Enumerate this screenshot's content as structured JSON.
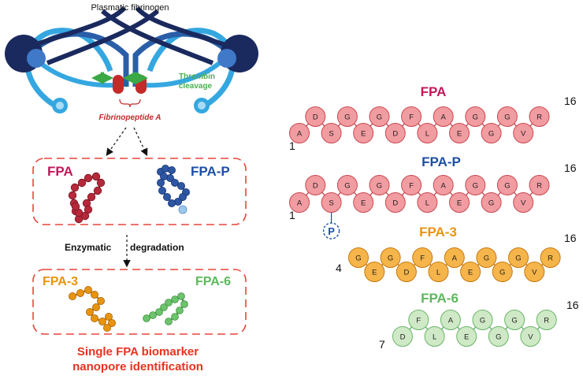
{
  "figure": {
    "top_label": "Plasmatic fibrinogen",
    "thrombin_label": [
      "Thrombin",
      "cleavage"
    ],
    "fibrinopeptide_label": "Fibrinopeptide A",
    "box1": {
      "left": "FPA",
      "right": "FPA-P"
    },
    "process_label": [
      "Enzymatic",
      "degradation"
    ],
    "box2": {
      "left": "FPA-3",
      "right": "FPA-6"
    },
    "footer": [
      "Single FPA biomarker",
      "nanopore identification"
    ]
  },
  "chains": [
    {
      "title": "FPA",
      "first_index": "1",
      "last_index": "16",
      "residues": [
        "A",
        "D",
        "S",
        "G",
        "E",
        "G",
        "D",
        "F",
        "L",
        "A",
        "E",
        "G",
        "G",
        "G",
        "V",
        "R"
      ],
      "phospho_label": ""
    },
    {
      "title": "FPA-P",
      "first_index": "1",
      "last_index": "16",
      "residues": [
        "A",
        "D",
        "S",
        "G",
        "E",
        "G",
        "D",
        "F",
        "L",
        "A",
        "E",
        "G",
        "G",
        "G",
        "V",
        "R"
      ],
      "phospho_label": "P"
    },
    {
      "title": "FPA-3",
      "first_index": "4",
      "last_index": "16",
      "residues": [
        "G",
        "E",
        "G",
        "D",
        "F",
        "L",
        "A",
        "E",
        "G",
        "G",
        "G",
        "V",
        "R"
      ],
      "phospho_label": ""
    },
    {
      "title": "FPA-6",
      "first_index": "7",
      "last_index": "16",
      "residues": [
        "D",
        "F",
        "L",
        "A",
        "E",
        "G",
        "G",
        "G",
        "V",
        "R"
      ],
      "phospho_label": ""
    }
  ],
  "colors": {
    "fpa_title": "#c2185b",
    "fpap_title": "#1e4fa3",
    "fpa3_title": "#e8940f",
    "fpa6_title": "#5cb85c",
    "fpa_fill": "#f19ca1",
    "fpa_stroke": "#c94a52",
    "fpa3_fill": "#f6b54a",
    "fpa3_stroke": "#c97a10",
    "fpa6_fill": "#cfe9c6",
    "fpa6_stroke": "#6ab56a",
    "thrombin": "#4caf50",
    "dashed_box": "#e8453c",
    "footer": "#e8321f",
    "dark_blue": "#1a2a5e",
    "mid_blue": "#2a5fa8",
    "light_blue": "#35a7e0"
  }
}
